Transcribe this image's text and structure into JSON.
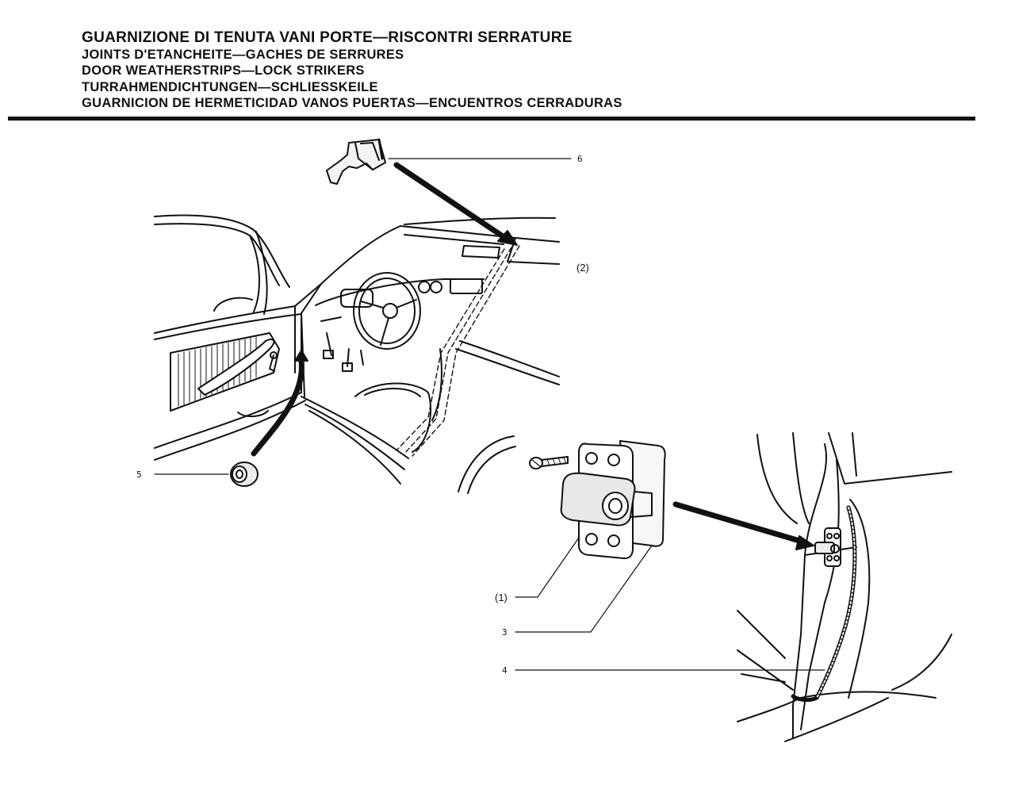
{
  "titles": [
    "GUARNIZIONE DI TENUTA VANI PORTE—RISCONTRI SERRATURE",
    "JOINTS D'ETANCHEITE—GACHES DE SERRURES",
    "DOOR WEATHERSTRIPS—LOCK STRIKERS",
    "TURRAHMENDICHTUNGEN—SCHLIESSKEILE",
    "GUARNICION DE HERMETICIDAD VANOS PUERTAS—ENCUENTROS CERRADURAS"
  ],
  "callouts": {
    "c6": "6",
    "c2": "(2)",
    "c5": "5",
    "c1": "(1)",
    "c3": "3",
    "c4": "4"
  },
  "colors": {
    "ink": "#111111",
    "paper": "#ffffff",
    "rule": "#111111"
  }
}
